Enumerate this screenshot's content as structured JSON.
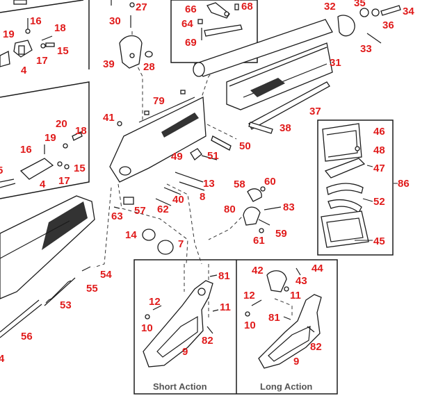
{
  "diagram": {
    "part_labels": [
      "16",
      "19",
      "18",
      "15",
      "4",
      "17",
      "27",
      "30",
      "39",
      "28",
      "66",
      "64",
      "69",
      "68",
      "32",
      "35",
      "34",
      "36",
      "33",
      "31",
      "79",
      "41",
      "37",
      "38",
      "20",
      "19",
      "18",
      "16",
      "15",
      "4",
      "17",
      "5",
      "49",
      "51",
      "50",
      "46",
      "48",
      "47",
      "86",
      "52",
      "45",
      "13",
      "8",
      "40",
      "62",
      "57",
      "63",
      "58",
      "60",
      "80",
      "83",
      "61",
      "59",
      "14",
      "7",
      "54",
      "55",
      "53",
      "56",
      "81",
      "12",
      "11",
      "10",
      "82",
      "9",
      "42",
      "44",
      "43",
      "12",
      "11",
      "81",
      "10",
      "82",
      "9",
      "4"
    ],
    "captions": {
      "short_action": "Short Action",
      "long_action": "Long Action"
    }
  }
}
